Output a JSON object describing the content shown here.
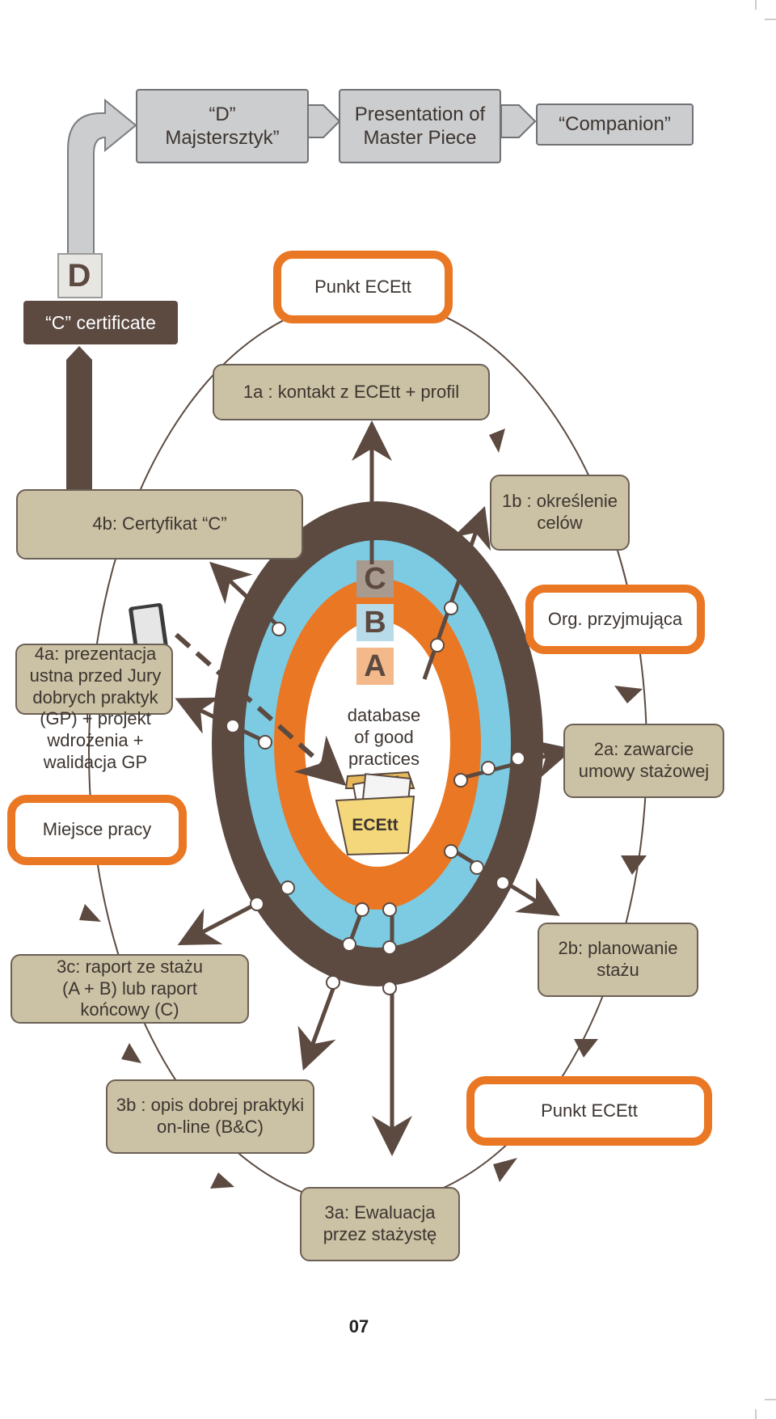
{
  "top_row": {
    "d_box": "“D”\nMajstersztyk”",
    "presentation": "Presentation of\nMaster Piece",
    "companion": "“Companion”"
  },
  "d_label": "D",
  "c_certificate": "“C” certificate",
  "cycle": {
    "punkt_top": "Punkt ECEtt",
    "step_1a": "1a : kontakt z ECEtt + profil",
    "step_1b": "1b : określenie\ncelów",
    "org": "Org. przyjmująca",
    "step_2a": "2a: zawarcie\numowy stażowej",
    "step_2b": "2b: planowanie\nstażu",
    "punkt_bottom": "Punkt ECEtt",
    "step_3a": "3a: Ewaluacja\nprzez stażystę",
    "step_3b": "3b : opis dobrej praktyki\non-line (B&C)",
    "step_3c": "3c: raport ze stażu\n(A + B) lub raport\nkońcowy (C)",
    "miejsce": "Miejsce pracy",
    "step_4a": "4a: prezentacja\nustna przed Jury\ndobrych praktyk\n(GP)  + projekt\nwdrożenia   +\nwalidacja GP",
    "step_4b": "4b: Certyfikat “C”"
  },
  "rings": {
    "c": "C",
    "b": "B",
    "a": "A"
  },
  "center": {
    "text": "database\nof good\npractices",
    "folder_label": "ECEtt"
  },
  "page_number": "07",
  "colors": {
    "orange": "#ea7724",
    "light_blue": "#7ccbe3",
    "dark_brown": "#5c4a41",
    "tan": "#cbc1a4",
    "grey": "#cccdcf"
  }
}
